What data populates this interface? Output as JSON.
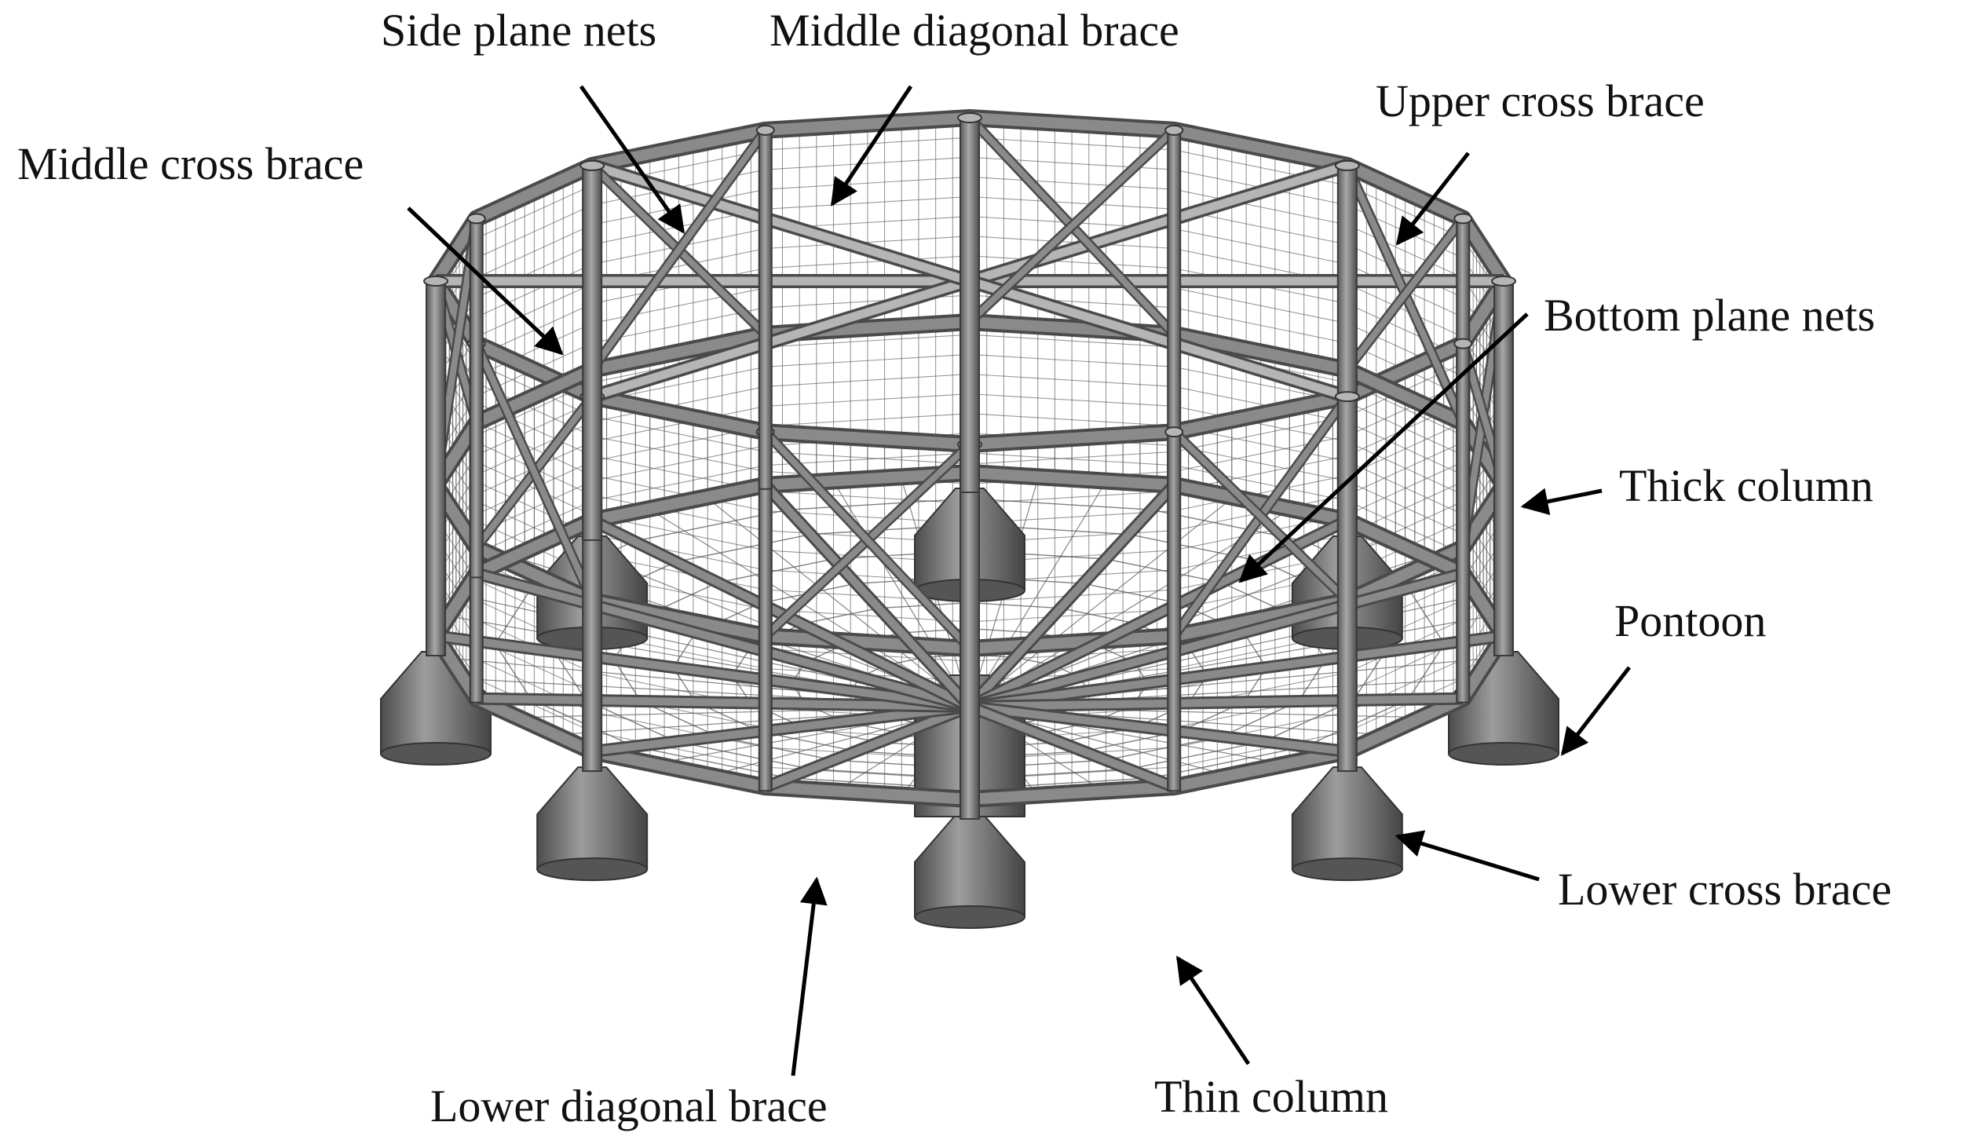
{
  "labels": {
    "side_plane_nets": "Side plane nets",
    "middle_diagonal_brace_top": "Middle diagonal brace",
    "upper_cross_brace": "Upper cross brace",
    "middle_cross_brace": "Middle cross brace",
    "bottom_plane_nets": "Bottom plane nets",
    "thick_column": "Thick column",
    "pontoon": "Pontoon",
    "lower_cross_brace": "Lower cross brace",
    "lower_diagonal_brace": "Lower diagonal brace",
    "thin_column": "Thin column"
  },
  "colors": {
    "steel_fill": "#8a8a8a",
    "steel_dark": "#4a4a4a",
    "steel_light": "#b5b5b5",
    "net_line": "#555555",
    "arrow": "#000000"
  }
}
